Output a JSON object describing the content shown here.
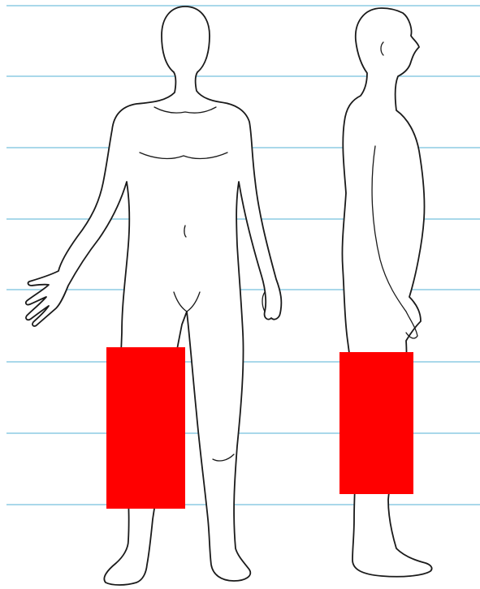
{
  "figure": {
    "grid_line_count": 8,
    "colors": {
      "background": "#ffffff",
      "grid_line": "#a9d8ea",
      "outline": "#1a1a1a",
      "censor_block": "#ff0000"
    },
    "views": [
      "front",
      "side"
    ]
  }
}
